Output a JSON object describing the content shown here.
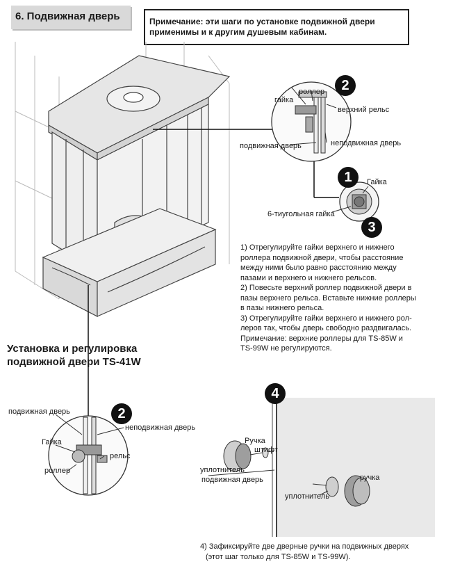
{
  "header": {
    "section_title": "6. Подвижная дверь",
    "note_line1": "Примечание: эти шаги по установке подвижной двери",
    "note_line2": "применимы и к другим душевым кабинам."
  },
  "detail_top": {
    "badge": "2",
    "nut": "гайка",
    "roller": "роллер",
    "upper_rail": "верхний рельс",
    "sliding_door": "подвижная дверь",
    "fixed_door": "неподвижная дверь"
  },
  "detail_hex": {
    "badge_1": "1",
    "badge_3": "3",
    "nut": "Гайка",
    "hex_nut": "6-тиугольная гайка"
  },
  "instructions": [
    "1) Отрегулируйте гайки верхнего и нижнего",
    "роллера подвижной двери, чтобы расстояние",
    "между ними было равно расстоянию между",
    "пазами и верхнего и нижнего рельсов.",
    "2) Повесьте верхний роллер подвижной двери в",
    "пазы верхнего рельса. Вставьте нижние роллеры",
    "в пазы нижнего рельса.",
    "3) Отрегулируйте гайки верхнего и нижнего рол-",
    "леров  так, чтобы дверь свободно раздвигалась.",
    "Примечание: верхние роллеры для TS-85W и",
    "TS-99W не регулируются."
  ],
  "install_title": {
    "line1": "Установка и регулировка",
    "line2": "подвижной двери TS-41W"
  },
  "detail_bottom": {
    "badge": "2",
    "sliding_door": "подвижная дверь",
    "fixed_door": "неподвижная дверь",
    "nut": "Гайка",
    "rail": "рельс",
    "roller": "роллер"
  },
  "handle_detail": {
    "badge": "4",
    "handle": "Ручка",
    "pin": "штифт",
    "seal": "уплотнитель",
    "sliding_door": "подвижная дверь",
    "seal2": "уплотнитель",
    "handle2": "ручка"
  },
  "footer": {
    "line1": "4) Зафиксируйте две дверные ручки на подвижных дверях",
    "line2": "(этот шаг только для TS-85W и TS-99W)."
  }
}
